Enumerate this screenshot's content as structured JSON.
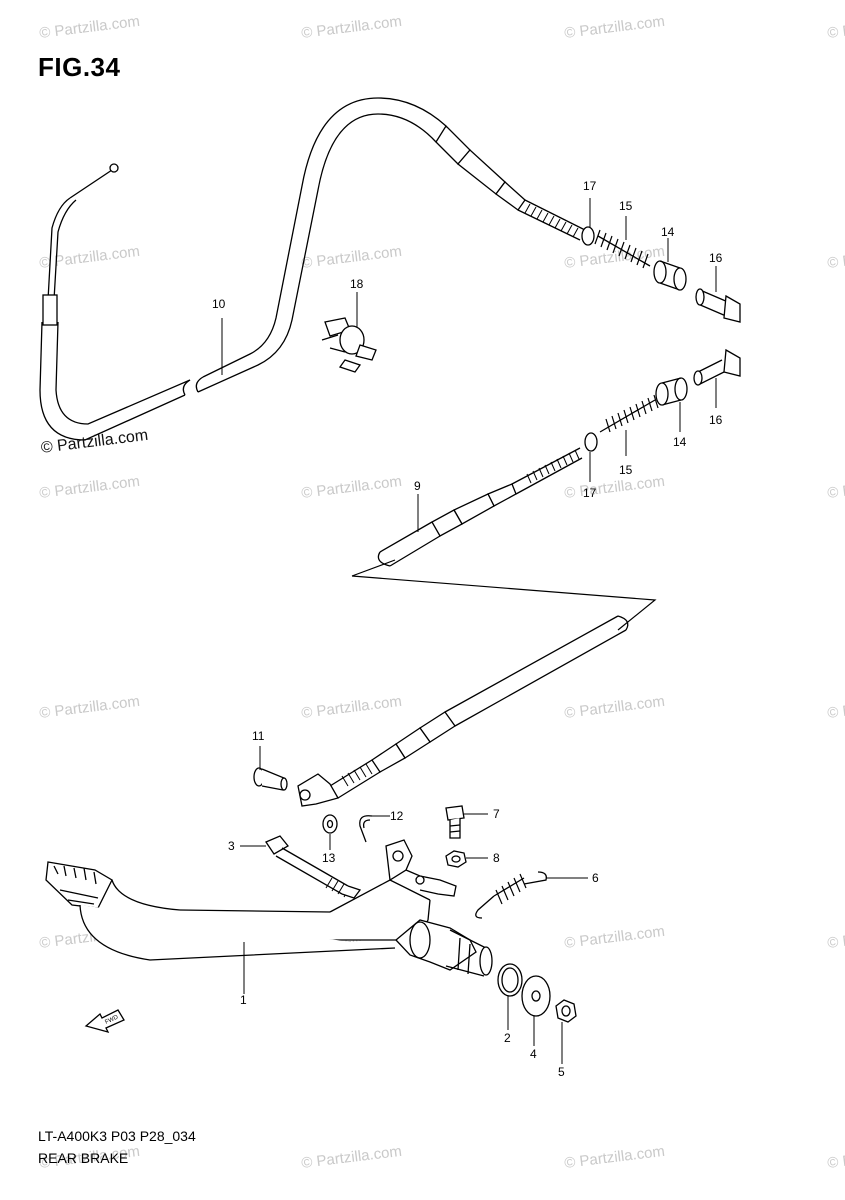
{
  "figure": {
    "title": "FIG.34",
    "code": "LT-A400K3 P03 P28_034",
    "name": "REAR BRAKE",
    "copyright": "© Partzilla.com"
  },
  "watermark": {
    "text": "© Partzilla.com",
    "color": "#c9c9c9"
  },
  "direction_arrow": {
    "icon": "front-direction-arrow-icon",
    "text": "FWD"
  },
  "callouts": [
    {
      "id": "1",
      "label": "1"
    },
    {
      "id": "2",
      "label": "2"
    },
    {
      "id": "3",
      "label": "3"
    },
    {
      "id": "4",
      "label": "4"
    },
    {
      "id": "5",
      "label": "5"
    },
    {
      "id": "6",
      "label": "6"
    },
    {
      "id": "7",
      "label": "7"
    },
    {
      "id": "8",
      "label": "8"
    },
    {
      "id": "9",
      "label": "9"
    },
    {
      "id": "10",
      "label": "10"
    },
    {
      "id": "11",
      "label": "11"
    },
    {
      "id": "12",
      "label": "12"
    },
    {
      "id": "13",
      "label": "13"
    },
    {
      "id": "14a",
      "label": "14"
    },
    {
      "id": "14b",
      "label": "14"
    },
    {
      "id": "15a",
      "label": "15"
    },
    {
      "id": "15b",
      "label": "15"
    },
    {
      "id": "16a",
      "label": "16"
    },
    {
      "id": "16b",
      "label": "16"
    },
    {
      "id": "17a",
      "label": "17"
    },
    {
      "id": "17b",
      "label": "17"
    },
    {
      "id": "18",
      "label": "18"
    }
  ]
}
